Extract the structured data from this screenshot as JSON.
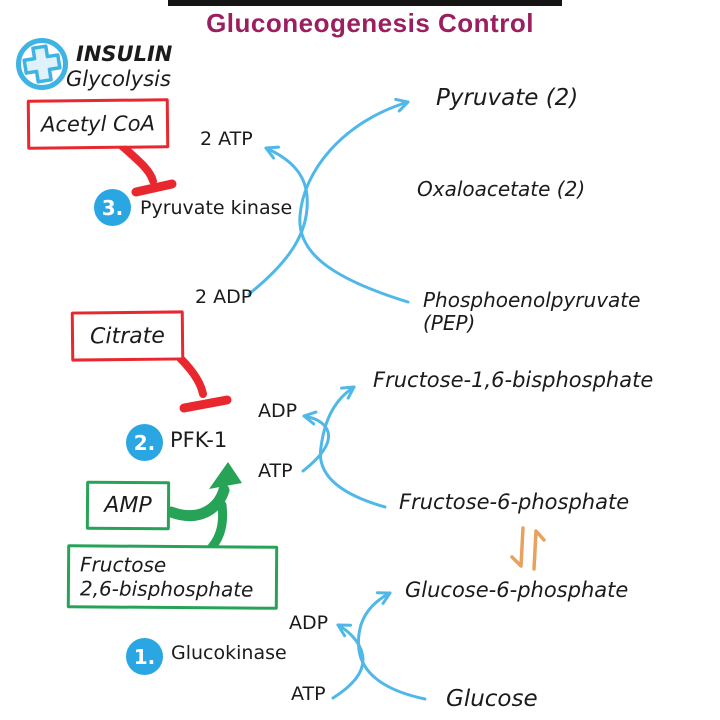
{
  "header": {
    "title": "Gluconeogenesis Control",
    "hormone": "INSULIN",
    "pathway": "Glycolysis"
  },
  "steps": {
    "pyruvate_kinase": {
      "badge": "3.",
      "enzyme": "Pyruvate kinase",
      "inhibitor": "Acetyl CoA",
      "cofactor_out": "2 ATP",
      "cofactor_in": "2 ADP",
      "product": "Pyruvate (2)",
      "intermediate": "Oxaloacetate (2)",
      "substrate_line1": "Phosphoenolpyruvate",
      "substrate_line2": "(PEP)"
    },
    "pfk1": {
      "badge": "2.",
      "enzyme": "PFK-1",
      "inhibitor": "Citrate",
      "activator": "AMP",
      "activator2_line1": "Fructose",
      "activator2_line2": "2,6-bisphosphate",
      "cofactor_out": "ADP",
      "cofactor_in": "ATP",
      "product": "Fructose-1,6-bisphosphate",
      "substrate": "Fructose-6-phosphate"
    },
    "glucokinase": {
      "badge": "1.",
      "enzyme": "Glucokinase",
      "cofactor_out": "ADP",
      "cofactor_in": "ATP",
      "product": "Glucose-6-phosphate",
      "substrate": "Glucose"
    }
  },
  "palette": {
    "title_color": "#9B1F5F",
    "arrow_cyan": "#4FB8E8",
    "inhibit_red": "#E8282E",
    "activate_green": "#27A357",
    "badge_blue": "#2AA7E2",
    "reversible_orange": "#E8A25E",
    "text_black": "#1B1B1B"
  }
}
